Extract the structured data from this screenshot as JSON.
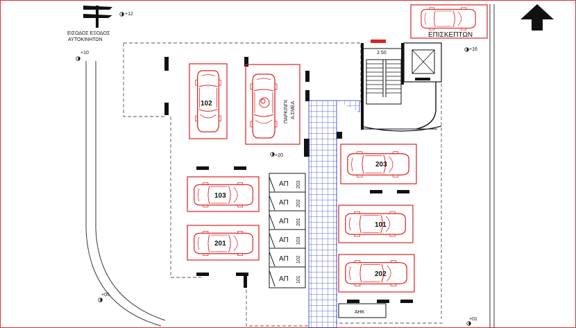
{
  "header": {
    "entrance_exit_line": "ΕΙΣΟΔΟΣ ΕΞΟΔΟΣ",
    "vehicles_line": "ΑΥΤΟΚΙΝΗΤΩΝ"
  },
  "levels": {
    "top_left": "+12",
    "left_entry": "+10",
    "right_top": "+16",
    "center": "+20",
    "bottom_left": "+05",
    "bottom_right": "+01"
  },
  "visitors_label": "ΕΠΙΣΚΕΠΤΩΝ",
  "stair_dimension": "2.50",
  "disabled_parking_label_line1": "ΠΑΡΚΙΝΓΚ",
  "disabled_parking_label_line2": "Α.ΣΜΕΑ",
  "parking_spaces": [
    {
      "number": "102"
    },
    {
      "number": "103"
    },
    {
      "number": "201"
    },
    {
      "number": "203"
    },
    {
      "number": "101"
    },
    {
      "number": "202"
    }
  ],
  "storage_units": [
    {
      "prefix": "ΑΠ",
      "number": "203"
    },
    {
      "prefix": "ΑΠ",
      "number": "202"
    },
    {
      "prefix": "ΑΠ",
      "number": "201"
    },
    {
      "prefix": "ΑΠ",
      "number": "103"
    },
    {
      "prefix": "ΑΠ",
      "number": "102"
    },
    {
      "prefix": "ΑΠ",
      "number": "101"
    }
  ],
  "ahk_label": "ΑΗΚ",
  "colors": {
    "car_red": "#e02020",
    "ramp_blue": "#2233cc",
    "wall_black": "#111111",
    "dashed_gray": "#555555",
    "border_red": "#e03030"
  },
  "icons": {
    "north_arrow": "north-arrow-icon",
    "entry_flag": "entry-flag-icon",
    "wheelchair": "wheelchair-icon",
    "level_marker": "level-marker-icon"
  }
}
